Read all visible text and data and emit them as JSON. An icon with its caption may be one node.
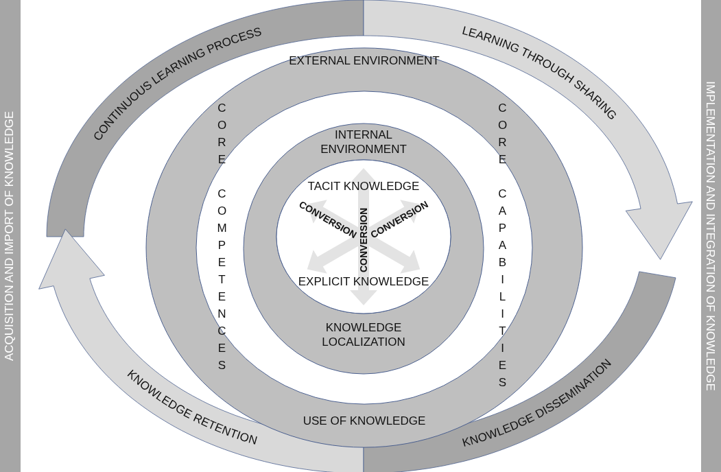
{
  "diagram": {
    "nodes": [
      {
        "text": [
          "ACQUISITION AND IMPORT OF KNOWLEDGE"
        ]
      },
      {
        "text": [
          "CONTINUOUS LEARNING PROCESS"
        ]
      },
      {
        "text": [
          "LEARNING THROUGH SHARING"
        ]
      },
      {
        "text": [
          "IMPLEMENTATION AND INTEGRATION OF KNOWLEDGE"
        ]
      },
      {
        "text": [
          "EXTERNAL ENVIRONMENT",
          "CORE COMPETENCES",
          "CORE CAPABILITIES",
          "USE OF KNOWLEDGE"
        ]
      },
      {
        "text": [
          "INTERNAL ENVIRONMENT",
          "KNOWLEDGE LOCALIZATION"
        ],
        "in": 4
      },
      {
        "text": [
          "TACIT KNOWLEDGE",
          "CONVERSION",
          "CONVERSION",
          "CONVERSION",
          "EXPLICIT KNOWLEDGE"
        ],
        "in": 5
      },
      {
        "text": [
          "KNOWLEDGE RETENTION"
        ]
      },
      {
        "text": [
          "KNOWLEDGE DISSEMINATION"
        ]
      }
    ],
    "edges": []
  }
}
